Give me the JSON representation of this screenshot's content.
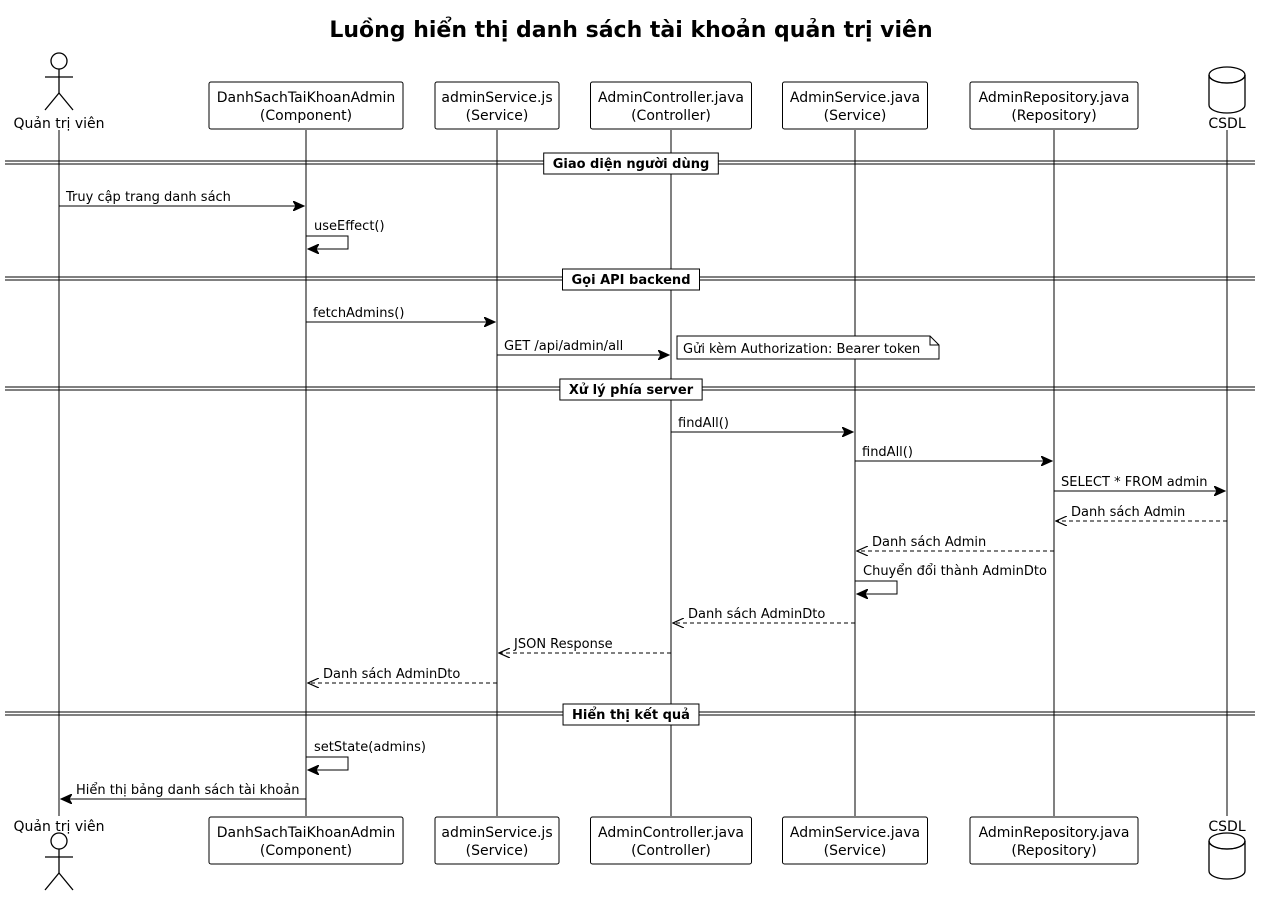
{
  "title": "Luồng hiển thị danh sách tài khoản quản trị viên",
  "participants": [
    {
      "id": "user",
      "kind": "actor",
      "name": "Quản trị viên",
      "stereotype": ""
    },
    {
      "id": "comp",
      "kind": "box",
      "name": "DanhSachTaiKhoanAdmin",
      "stereotype": "(Component)"
    },
    {
      "id": "svcjs",
      "kind": "box",
      "name": "adminService.js",
      "stereotype": "(Service)"
    },
    {
      "id": "ctrl",
      "kind": "box",
      "name": "AdminController.java",
      "stereotype": "(Controller)"
    },
    {
      "id": "svc",
      "kind": "box",
      "name": "AdminService.java",
      "stereotype": "(Service)"
    },
    {
      "id": "repo",
      "kind": "box",
      "name": "AdminRepository.java",
      "stereotype": "(Repository)"
    },
    {
      "id": "db",
      "kind": "database",
      "name": "CSDL",
      "stereotype": ""
    }
  ],
  "dividers": [
    {
      "label": "Giao diện người dùng"
    },
    {
      "label": "Gọi API backend"
    },
    {
      "label": "Xử lý phía server"
    },
    {
      "label": "Hiển thị kết quả"
    }
  ],
  "messages": [
    {
      "from": "user",
      "to": "comp",
      "label": "Truy cập trang danh sách",
      "style": "solid"
    },
    {
      "from": "comp",
      "to": "comp",
      "label": "useEffect()",
      "style": "self"
    },
    {
      "from": "comp",
      "to": "svcjs",
      "label": "fetchAdmins()",
      "style": "solid"
    },
    {
      "from": "svcjs",
      "to": "ctrl",
      "label": "GET /api/admin/all",
      "style": "solid"
    },
    {
      "from": "ctrl",
      "to": "svc",
      "label": "findAll()",
      "style": "solid"
    },
    {
      "from": "svc",
      "to": "repo",
      "label": "findAll()",
      "style": "solid"
    },
    {
      "from": "repo",
      "to": "db",
      "label": "SELECT * FROM admin",
      "style": "solid"
    },
    {
      "from": "db",
      "to": "repo",
      "label": "Danh sách Admin",
      "style": "dashed"
    },
    {
      "from": "repo",
      "to": "svc",
      "label": "Danh sách Admin",
      "style": "dashed"
    },
    {
      "from": "svc",
      "to": "svc",
      "label": "Chuyển đổi thành AdminDto",
      "style": "self"
    },
    {
      "from": "svc",
      "to": "ctrl",
      "label": "Danh sách AdminDto",
      "style": "dashed"
    },
    {
      "from": "ctrl",
      "to": "svcjs",
      "label": "JSON Response",
      "style": "dashed"
    },
    {
      "from": "svcjs",
      "to": "comp",
      "label": "Danh sách AdminDto",
      "style": "dashed"
    },
    {
      "from": "comp",
      "to": "comp",
      "label": "setState(admins)",
      "style": "self"
    },
    {
      "from": "comp",
      "to": "user",
      "label": "Hiển thị bảng danh sách tài khoản",
      "style": "solid"
    }
  ],
  "notes": [
    {
      "label": "Gửi kèm Authorization: Bearer token"
    }
  ]
}
